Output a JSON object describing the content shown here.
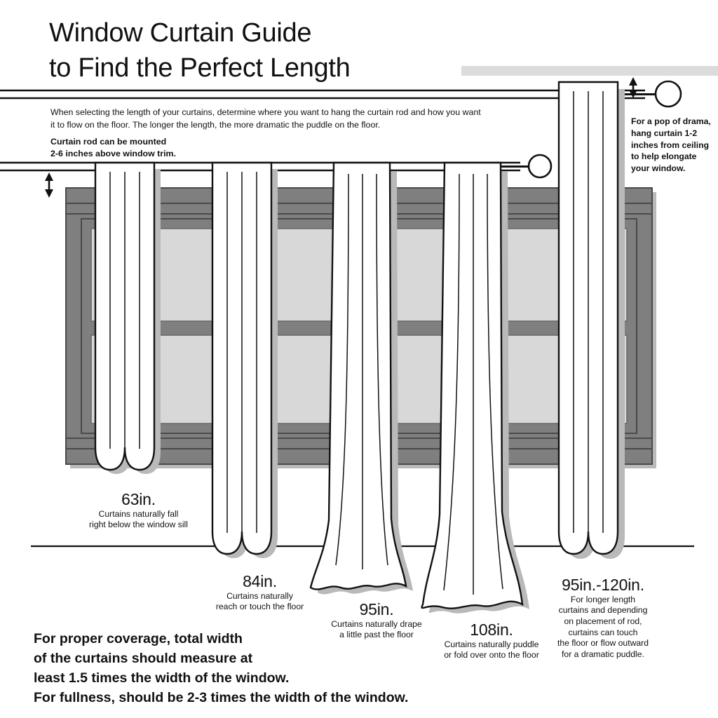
{
  "title": {
    "line1": "Window Curtain Guide",
    "line2": "to Find the Perfect Length"
  },
  "intro": {
    "paragraph": "When selecting the length of your curtains, determine where you want to hang the curtain rod and how you want it to flow on the floor. The longer the length, the more dramatic the puddle on the floor.",
    "rod_note_line1": "Curtain rod can be mounted",
    "rod_note_line2": "2-6 inches above window trim."
  },
  "callout_right": {
    "text": "For a pop of drama, hang curtain 1-2 inches from ceiling to help elongate your window."
  },
  "labels": [
    {
      "id": "63in",
      "length": "63in.",
      "desc_line1": "Curtains naturally fall",
      "desc_line2": "right below the window sill"
    },
    {
      "id": "84in",
      "length": "84in.",
      "desc_line1": "Curtains naturally",
      "desc_line2": "reach or touch the floor"
    },
    {
      "id": "95in",
      "length": "95in.",
      "desc_line1": "Curtains naturally drape",
      "desc_line2": "a little past the floor"
    },
    {
      "id": "108in",
      "length": "108in.",
      "desc_line1": "Curtains naturally puddle",
      "desc_line2": "or fold over onto the floor"
    },
    {
      "id": "95-120in",
      "length": "95in.-120in.",
      "desc_line1": "For longer length",
      "desc_line2": "curtains and depending",
      "desc_line3": "on placement of rod,",
      "desc_line4": "curtains can touch",
      "desc_line5": "the floor or flow outward",
      "desc_line6": "for a dramatic puddle."
    }
  ],
  "footer": {
    "line1": "For proper coverage, total width",
    "line2": "of the curtains should measure at",
    "line3": "least 1.5 times the width of the window.",
    "line4": "For fullness, should be 2-3 times the width of the window."
  },
  "colors": {
    "ink": "#111111",
    "ceiling_bar": "#dcdcdc",
    "frame_gray": "#7f7f7f",
    "pane_gray": "#d8d8d8",
    "shadow": "#b5b5b5",
    "curtain_fill": "#ffffff"
  }
}
